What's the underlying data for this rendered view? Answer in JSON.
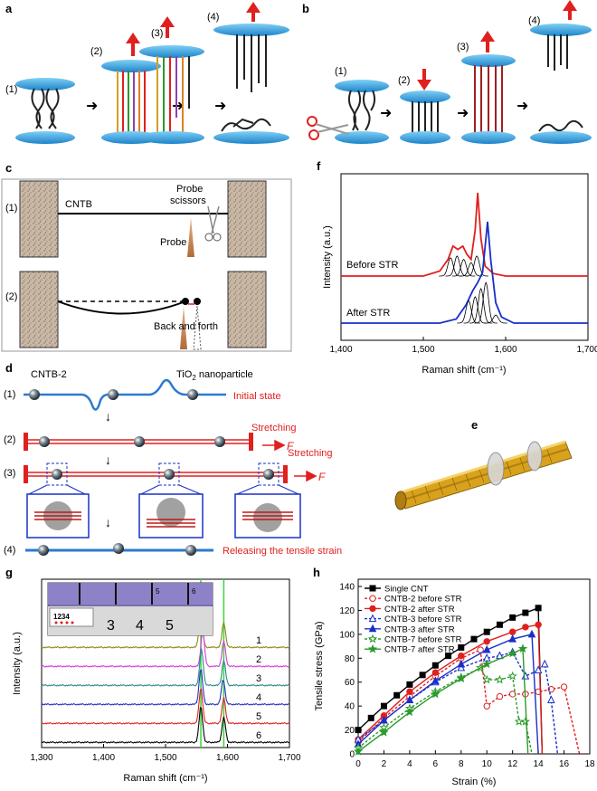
{
  "panels": {
    "a": {
      "label": "a",
      "steps": [
        "(1)",
        "(2)",
        "(3)",
        "(4)"
      ]
    },
    "b": {
      "label": "b",
      "steps": [
        "(1)",
        "(2)",
        "(3)",
        "(4)"
      ]
    },
    "c": {
      "label": "c",
      "row1": {
        "step": "(1)",
        "cntb": "CNTB",
        "probe_scissors_1": "Probe",
        "probe_scissors_2": "scissors",
        "probe": "Probe"
      },
      "row2": {
        "step": "(2)",
        "back_forth": "Back and forth"
      }
    },
    "d": {
      "label": "d",
      "cntb2": "CNTB-2",
      "tio2_prefix": "TiO",
      "tio2_sub": "2",
      "tio2_suffix": " nanoparticle",
      "steps": [
        "(1)",
        "(2)",
        "(3)",
        "(4)"
      ],
      "initial_state": "Initial state",
      "stretching": "Stretching",
      "force": "F",
      "release": "Releasing the tensile strain"
    },
    "e": {
      "label": "e"
    },
    "f": {
      "label": "f"
    },
    "g": {
      "label": "g",
      "inset_ruler_top": [
        "5",
        "6"
      ],
      "inset_ruler_bottom": [
        "1234",
        "3",
        "4",
        "5"
      ]
    },
    "h": {
      "label": "h"
    }
  },
  "chart_data": [
    {
      "id": "f",
      "type": "line",
      "xlabel": "Raman shift (cm⁻¹)",
      "ylabel": "Intensity (a.u.)",
      "xlim": [
        1400,
        1700
      ],
      "xticks": [
        "1,400",
        "1,500",
        "1,600",
        "1,700"
      ],
      "annotations": [
        "Before STR",
        "After STR"
      ],
      "series": [
        {
          "name": "Before STR",
          "color": "#e0201e",
          "x": [
            1400,
            1500,
            1520,
            1530,
            1536,
            1542,
            1548,
            1553,
            1558,
            1563,
            1566,
            1570,
            1575,
            1585,
            1600,
            1700
          ],
          "y": [
            0,
            0,
            0.06,
            0.2,
            0.36,
            0.32,
            0.36,
            0.26,
            0.2,
            0.55,
            1.0,
            0.45,
            0.12,
            0.03,
            0,
            0
          ]
        },
        {
          "name": "After STR",
          "color": "#1830c8",
          "x": [
            1400,
            1520,
            1540,
            1552,
            1560,
            1566,
            1572,
            1578,
            1582,
            1588,
            1595,
            1610,
            1700
          ],
          "y": [
            0,
            0,
            0.04,
            0.18,
            0.32,
            0.4,
            0.5,
            1.0,
            0.62,
            0.2,
            0.06,
            0,
            0
          ]
        }
      ]
    },
    {
      "id": "g",
      "type": "line",
      "xlabel": "Raman shift (cm⁻¹)",
      "ylabel": "Intensity (a.u.)",
      "xlim": [
        1300,
        1700
      ],
      "xticks": [
        "1,300",
        "1,400",
        "1,500",
        "1,600",
        "1,700"
      ],
      "vlines": [
        1557,
        1594
      ],
      "series": [
        {
          "name": "1",
          "color": "#8a8a1a",
          "peaks": [
            1557,
            1594
          ]
        },
        {
          "name": "2",
          "color": "#d83ad8",
          "peaks": [
            1560,
            1594
          ]
        },
        {
          "name": "3",
          "color": "#2a8a8a",
          "peaks": [
            1558,
            1594
          ]
        },
        {
          "name": "4",
          "color": "#2030c0",
          "peaks": [
            1557,
            1593
          ]
        },
        {
          "name": "5",
          "color": "#e0201e",
          "peaks": [
            1557,
            1594
          ]
        },
        {
          "name": "6",
          "color": "#000000",
          "peaks": [
            1557,
            1594
          ]
        }
      ]
    },
    {
      "id": "h",
      "type": "line",
      "xlabel": "Strain (%)",
      "ylabel": "Tensile stress (GPa)",
      "xlim": [
        0,
        18
      ],
      "ylim": [
        0,
        140
      ],
      "xticks": [
        0,
        2,
        4,
        6,
        8,
        10,
        12,
        14,
        16,
        18
      ],
      "yticks": [
        0,
        20,
        40,
        60,
        80,
        100,
        120,
        140
      ],
      "series": [
        {
          "name": "Single CNT",
          "color": "#000000",
          "marker": "square",
          "dash": false,
          "x": [
            0,
            1,
            2,
            3,
            4,
            5,
            6,
            7,
            8,
            9,
            10,
            11,
            12,
            13,
            14,
            14.3
          ],
          "y": [
            20,
            30,
            40,
            49,
            58,
            66,
            74,
            82,
            89,
            96,
            102,
            108,
            114,
            118,
            122,
            0
          ]
        },
        {
          "name": "CNTB-2 before STR",
          "color": "#e0201e",
          "marker": "circle-open",
          "dash": true,
          "x": [
            0,
            2,
            4,
            6,
            8,
            9.5,
            10,
            11,
            12,
            13,
            14,
            15,
            16,
            17.2
          ],
          "y": [
            10,
            30,
            48,
            65,
            80,
            87,
            40,
            48,
            50,
            50,
            52,
            54,
            56,
            0
          ]
        },
        {
          "name": "CNTB-2 after STR",
          "color": "#e0201e",
          "marker": "circle",
          "dash": false,
          "x": [
            0,
            2,
            4,
            6,
            8,
            10,
            12,
            13,
            14,
            14.3
          ],
          "y": [
            12,
            32,
            52,
            68,
            82,
            94,
            102,
            106,
            108,
            0
          ]
        },
        {
          "name": "CNTB-3 before STR",
          "color": "#1830c8",
          "marker": "triangle-open",
          "dash": true,
          "x": [
            0,
            2,
            4,
            6,
            8,
            10,
            11,
            12,
            13,
            14,
            14.5,
            15,
            15.5
          ],
          "y": [
            12,
            28,
            45,
            60,
            72,
            80,
            82,
            85,
            65,
            70,
            75,
            45,
            0
          ]
        },
        {
          "name": "CNTB-3 after STR",
          "color": "#1830c8",
          "marker": "triangle",
          "dash": false,
          "x": [
            0,
            2,
            4,
            6,
            8,
            10,
            12,
            13.5,
            14
          ],
          "y": [
            8,
            28,
            45,
            61,
            75,
            87,
            96,
            100,
            0
          ]
        },
        {
          "name": "CNTB-7 before STR",
          "color": "#2a9a2a",
          "marker": "star-open",
          "dash": true,
          "x": [
            0,
            2,
            4,
            6,
            8,
            9.5,
            10,
            11,
            12,
            12.5,
            13,
            13.5
          ],
          "y": [
            5,
            22,
            38,
            52,
            64,
            72,
            62,
            62,
            65,
            27,
            27,
            0
          ]
        },
        {
          "name": "CNTB-7 after STR",
          "color": "#2a9a2a",
          "marker": "star",
          "dash": false,
          "x": [
            0,
            2,
            4,
            6,
            8,
            10,
            12,
            12.8,
            13.2
          ],
          "y": [
            2,
            18,
            35,
            50,
            63,
            75,
            84,
            88,
            0
          ]
        }
      ]
    }
  ]
}
